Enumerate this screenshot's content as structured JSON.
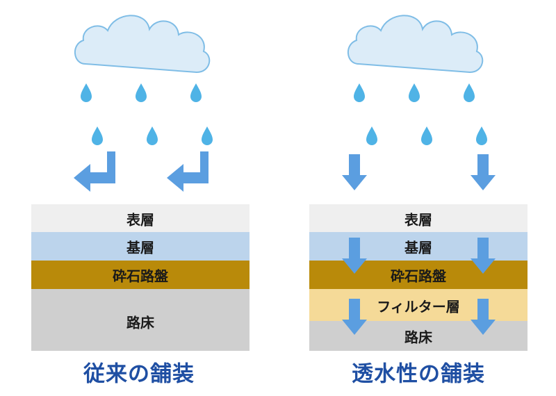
{
  "colors": {
    "cloud_fill": "#dcecf8",
    "cloud_stroke": "#7fbde6",
    "drop": "#4fb3e6",
    "arrow": "#5b9ee0",
    "caption": "#1f4fa3",
    "surface_layer": "#efefef",
    "base_layer": "#bcd4ec",
    "crushed_stone_layer": "#b98a0a",
    "filter_layer": "#f5da98",
    "subgrade_layer": "#cfcfcf"
  },
  "left_panel": {
    "caption": "従来の舗装",
    "icons": [
      "cloud-icon",
      "raindrop-icon",
      "deflected-arrow-icon"
    ],
    "layers": [
      {
        "id": "surface",
        "label": "表層"
      },
      {
        "id": "base",
        "label": "基層"
      },
      {
        "id": "crushed-stone",
        "label": "砕石路盤"
      },
      {
        "id": "subgrade",
        "label": "路床"
      }
    ]
  },
  "right_panel": {
    "caption": "透水性の舗装",
    "icons": [
      "cloud-icon",
      "raindrop-icon",
      "down-arrow-icon"
    ],
    "layers": [
      {
        "id": "surface",
        "label": "表層"
      },
      {
        "id": "base",
        "label": "基層"
      },
      {
        "id": "crushed-stone",
        "label": "砕石路盤"
      },
      {
        "id": "filter",
        "label": "フィルター層"
      },
      {
        "id": "subgrade",
        "label": "路床"
      }
    ]
  }
}
